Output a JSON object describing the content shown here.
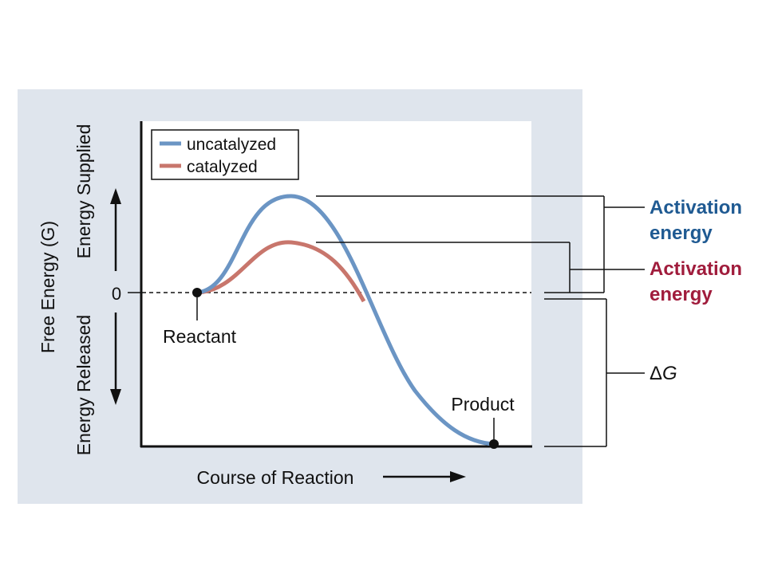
{
  "figure": {
    "y_axis_title": "Free Energy (G)",
    "y_axis_up_label": "Energy Supplied",
    "y_axis_down_label": "Energy Released",
    "zero_tick": "0",
    "x_axis_title": "Course of Reaction",
    "reactant_label": "Reactant",
    "product_label": "Product",
    "legend": {
      "uncatalyzed": "uncatalyzed",
      "catalyzed": "catalyzed"
    },
    "annotations": {
      "activation_uncatalyzed_line1": "Activation",
      "activation_uncatalyzed_line2": "energy",
      "activation_catalyzed_line1": "Activation",
      "activation_catalyzed_line2": "energy",
      "delta_g_symbol": "Δ",
      "delta_g_letter": "G"
    },
    "colors": {
      "uncatalyzed": "#6b95c4",
      "catalyzed": "#c8766c",
      "activation_uncatalyzed_text": "#1f5a92",
      "activation_catalyzed_text": "#a01c3c",
      "panel_background": "#dfe5ed",
      "plot_background": "#ffffff"
    }
  }
}
